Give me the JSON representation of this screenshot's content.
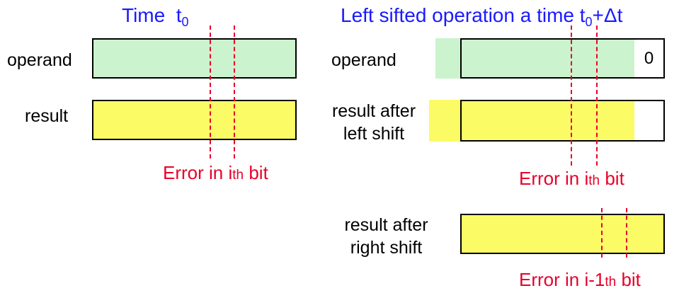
{
  "left_panel": {
    "title_prefix": "Time",
    "title_var": "t",
    "title_sub": "0",
    "operand_label": "operand",
    "result_label": "result",
    "error_prefix": "Error in ",
    "error_index": "i",
    "error_suffix_small": "th",
    "error_suffix": " bit"
  },
  "right_panel": {
    "title_prefix": "Left sifted operation a time t",
    "title_sub": "0",
    "title_suffix": "+Δt",
    "operand_label": "operand",
    "operand_fill_digit": "0",
    "left_shift_label_line1": "result after",
    "left_shift_label_line2": "left shift",
    "error_prefix": "Error in ",
    "error_index": "i",
    "error_suffix_small": "th",
    "error_suffix": " bit"
  },
  "bottom_panel": {
    "right_shift_label_line1": "result after",
    "right_shift_label_line2": "right shift",
    "error_prefix": "Error in i-1",
    "error_suffix_small": "th",
    "error_suffix": " bit"
  },
  "colors": {
    "title": "#1a1aff",
    "error": "#e8002a",
    "operand_fill": "#cbf3cd",
    "result_fill": "#fbfb66"
  }
}
